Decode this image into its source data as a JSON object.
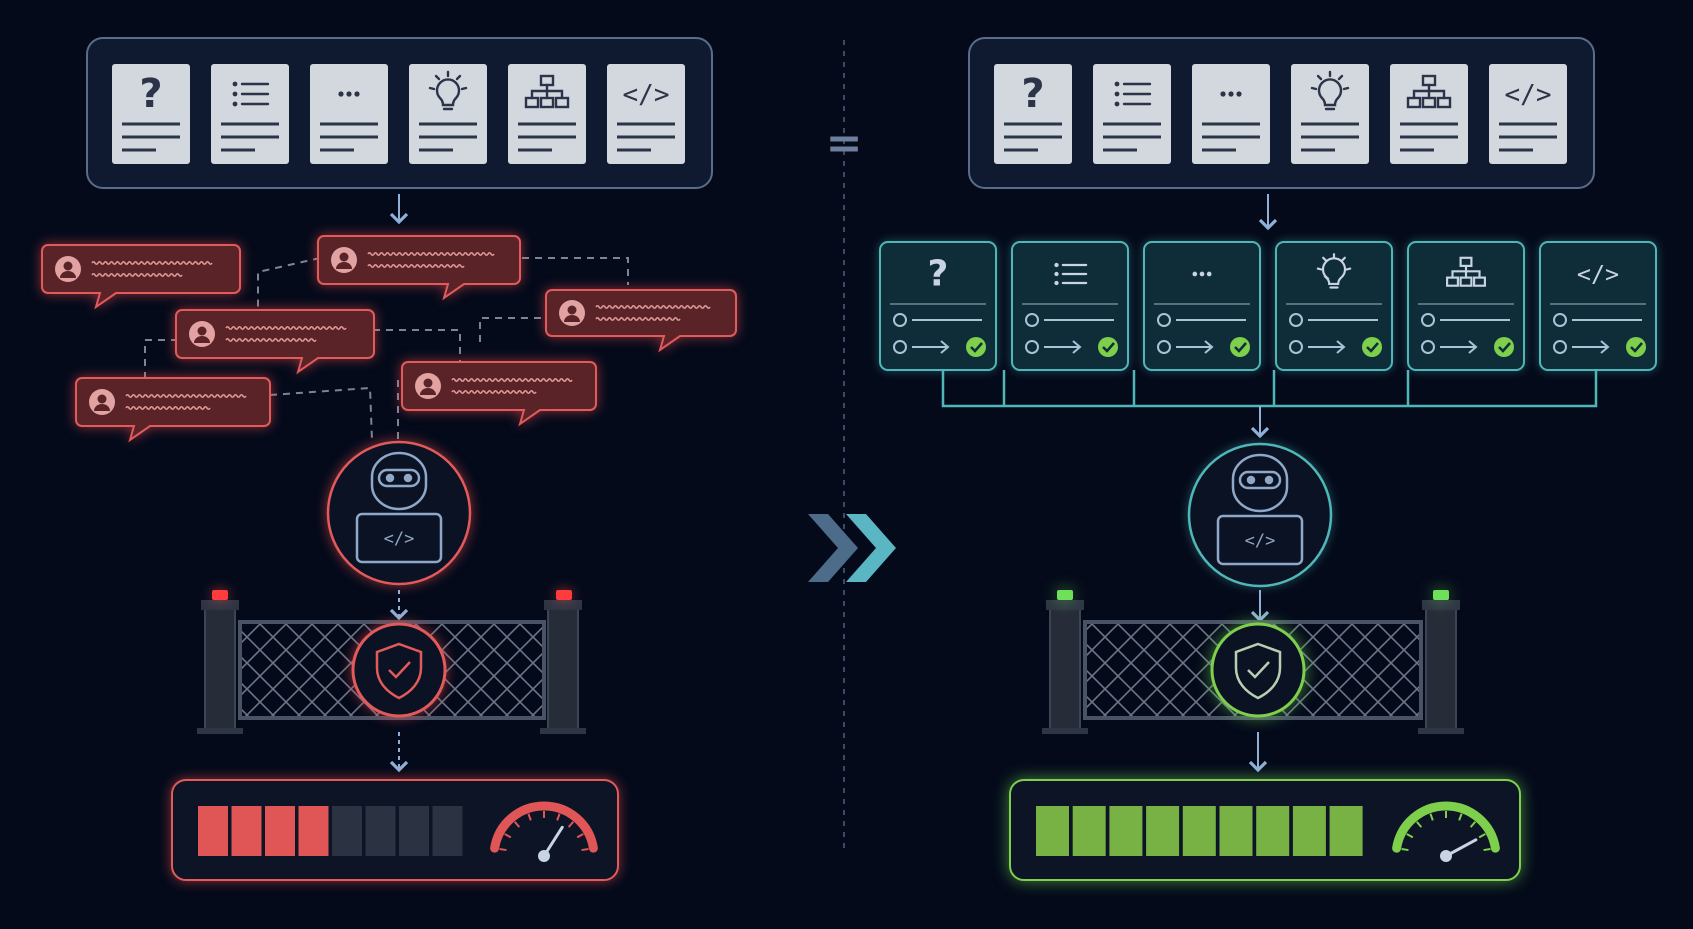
{
  "colors": {
    "background": "#040a1a",
    "panel_border": "#5b6b8a",
    "arrow": "#8fb0d8",
    "red_accent": "#e25a5a",
    "red_fill": "#5a2328",
    "green_accent": "#7ecf4c",
    "teal_accent": "#4fb7b7",
    "teal_fill": "#0f2d38",
    "doc_card": "#d3d7de",
    "doc_icon": "#2b3448",
    "chevron_left": "#4d6c8a",
    "chevron_right": "#5ab6c2"
  },
  "doc_icons": [
    "question-mark-icon",
    "list-icon",
    "ellipsis-icon",
    "lightbulb-icon",
    "hierarchy-icon",
    "code-icon"
  ],
  "doc_glyphs": {
    "question": "?",
    "ellipsis": "···",
    "code": "</>"
  },
  "equals_sign": "=",
  "left_panel": {
    "theme": "unstructured",
    "chat_bubble_count": 6,
    "gate_light_color": "#ff3b3b",
    "score_segments_total": 8,
    "score_fraction": 0.5,
    "gauge_fraction": 0.7
  },
  "right_panel": {
    "theme": "structured",
    "card_icons": [
      "question-mark-icon",
      "list-icon",
      "ellipsis-icon",
      "lightbulb-icon",
      "hierarchy-icon",
      "code-icon"
    ],
    "card_status_icon": "check-circle-icon",
    "gate_light_color": "#6fe05a",
    "score_segments_total": 9,
    "score_fraction": 1.0,
    "gauge_fraction": 0.88
  },
  "agent_code_glyph": "</>"
}
